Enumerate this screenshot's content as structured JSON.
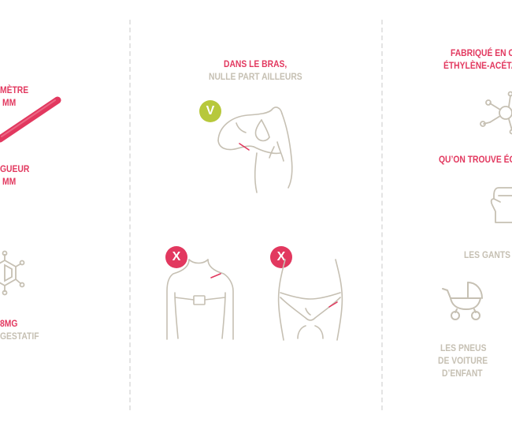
{
  "colors": {
    "accent": "#e2385f",
    "muted": "#c6c0b3",
    "ok_badge": "#b7c83b",
    "no_badge": "#e2385f",
    "divider": "#e4e4e4"
  },
  "left_panel": {
    "diameter_label": "MÈTRE",
    "diameter_value": "MM",
    "length_label": "GUEUR",
    "length_value": "MM",
    "dose_value": "8MG",
    "dose_label": "GESTATIF"
  },
  "middle_panel": {
    "title_line1": "DANS LE BRAS,",
    "title_line2": "NULLE PART AILLEURS",
    "ok_badge": "V",
    "no_badge_chest": "X",
    "no_badge_hip": "X"
  },
  "right_panel": {
    "title_line1": "FABRIQUÉ EN C",
    "title_line2": "ÉTHYLÈNE-ACÉTA",
    "found_in": "QU’ON TROUVE ÉG",
    "gloves": "LES GANTS",
    "tires_line1": "LES PNEUS",
    "tires_line2": "DE VOITURE",
    "tires_line3": "D’ENFANT"
  },
  "icons": [
    "implant-rod-icon",
    "molecule-hexagon-icon",
    "arm-icon",
    "chest-icon",
    "hip-icon",
    "molecule-network-icon",
    "glove-icon",
    "stroller-icon"
  ]
}
